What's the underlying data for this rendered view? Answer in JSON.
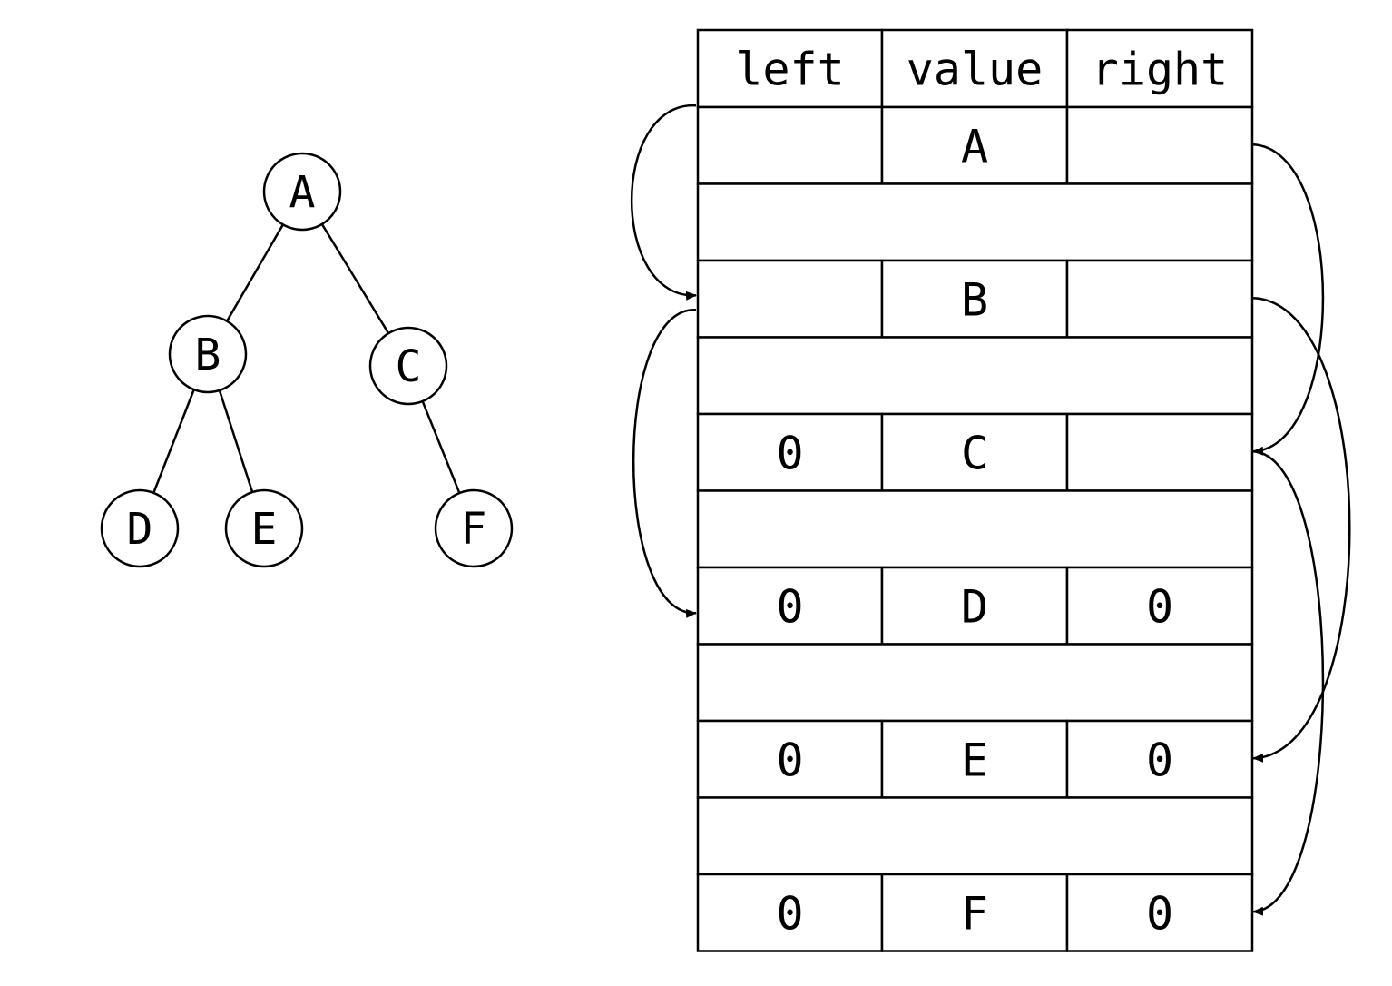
{
  "colors": {
    "stroke": "#000000",
    "background": "#ffffff"
  },
  "tree": {
    "nodes": [
      {
        "id": "A",
        "label": "A"
      },
      {
        "id": "B",
        "label": "B"
      },
      {
        "id": "C",
        "label": "C"
      },
      {
        "id": "D",
        "label": "D"
      },
      {
        "id": "E",
        "label": "E"
      },
      {
        "id": "F",
        "label": "F"
      }
    ],
    "edges": [
      {
        "from": "A",
        "to": "B"
      },
      {
        "from": "A",
        "to": "C"
      },
      {
        "from": "B",
        "to": "D"
      },
      {
        "from": "B",
        "to": "E"
      },
      {
        "from": "C",
        "to": "F"
      }
    ]
  },
  "table": {
    "headers": [
      "left",
      "value",
      "right"
    ],
    "rows": [
      {
        "type": "node",
        "id": "A",
        "left": "",
        "value": "A",
        "right": ""
      },
      {
        "type": "empty"
      },
      {
        "type": "node",
        "id": "B",
        "left": "",
        "value": "B",
        "right": ""
      },
      {
        "type": "empty"
      },
      {
        "type": "node",
        "id": "C",
        "left": "0",
        "value": "C",
        "right": ""
      },
      {
        "type": "empty"
      },
      {
        "type": "node",
        "id": "D",
        "left": "0",
        "value": "D",
        "right": "0"
      },
      {
        "type": "empty"
      },
      {
        "type": "node",
        "id": "E",
        "left": "0",
        "value": "E",
        "right": "0"
      },
      {
        "type": "empty"
      },
      {
        "type": "node",
        "id": "F",
        "left": "0",
        "value": "F",
        "right": "0"
      }
    ]
  },
  "pointers": [
    {
      "side": "left",
      "from": "A",
      "to": "B"
    },
    {
      "side": "left",
      "from": "B",
      "to": "D"
    },
    {
      "side": "right",
      "from": "A",
      "to": "C"
    },
    {
      "side": "right",
      "from": "B",
      "to": "E"
    },
    {
      "side": "right",
      "from": "C",
      "to": "F"
    }
  ]
}
